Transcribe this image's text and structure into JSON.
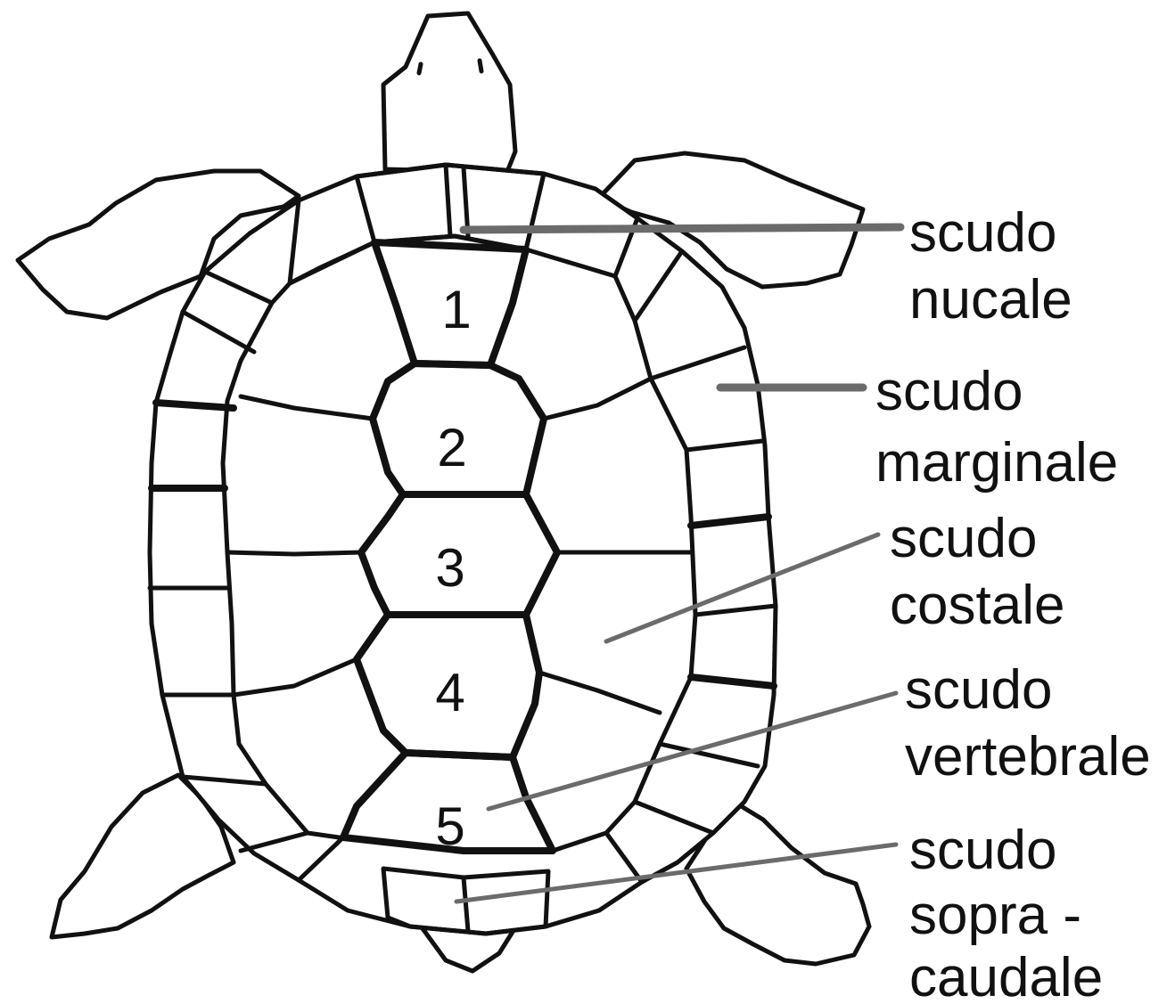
{
  "vertebral_numbers": [
    "1",
    "2",
    "3",
    "4",
    "5"
  ],
  "labels": {
    "nucale": [
      "scudo",
      "nucale"
    ],
    "marginale": [
      "scudo",
      "marginale"
    ],
    "costale": [
      "scudo",
      "costale"
    ],
    "vertebrale": [
      "scudo",
      "vertebrale"
    ],
    "sopracaudale": [
      "scudo",
      "sopra -",
      "caudale"
    ]
  },
  "colors": {
    "outline": "#111111",
    "leader": "#6b6b6b",
    "background": "#ffffff"
  }
}
